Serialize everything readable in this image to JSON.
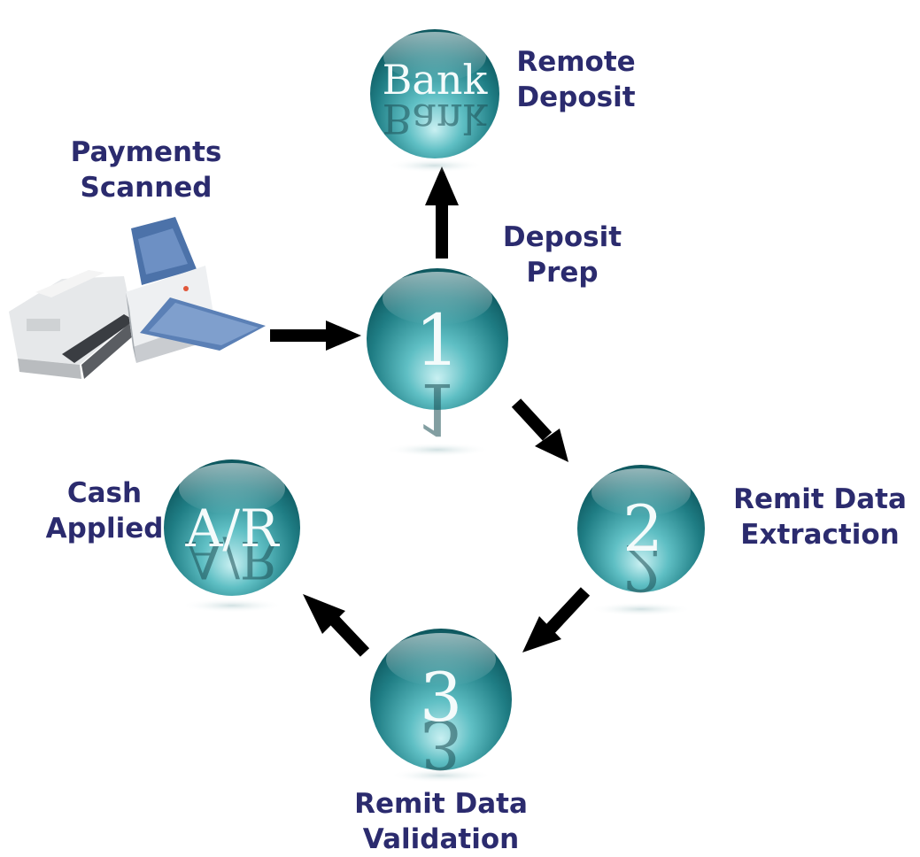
{
  "nodes": {
    "bank": {
      "text": "Bank"
    },
    "step1": {
      "text": "1"
    },
    "step2": {
      "text": "2"
    },
    "step3": {
      "text": "3"
    },
    "ar": {
      "text": "A/R"
    }
  },
  "labels": {
    "payments": [
      "Payments",
      "Scanned"
    ],
    "remote": [
      "Remote",
      "Deposit"
    ],
    "deposit_prep": [
      "Deposit",
      "Prep"
    ],
    "extraction": [
      "Remit Data",
      "Extraction"
    ],
    "validation": [
      "Remit Data",
      "Validation"
    ],
    "cash": [
      "Cash",
      "Applied"
    ]
  },
  "colors": {
    "label": "#2b2b6e",
    "node_light": "#bfeaee",
    "node_mid": "#3ba3a9",
    "node_dark": "#0f5f66",
    "arrow": "#000000"
  },
  "icons": {
    "scanner": "scanner-icon",
    "check_reader": "check-reader-icon"
  }
}
